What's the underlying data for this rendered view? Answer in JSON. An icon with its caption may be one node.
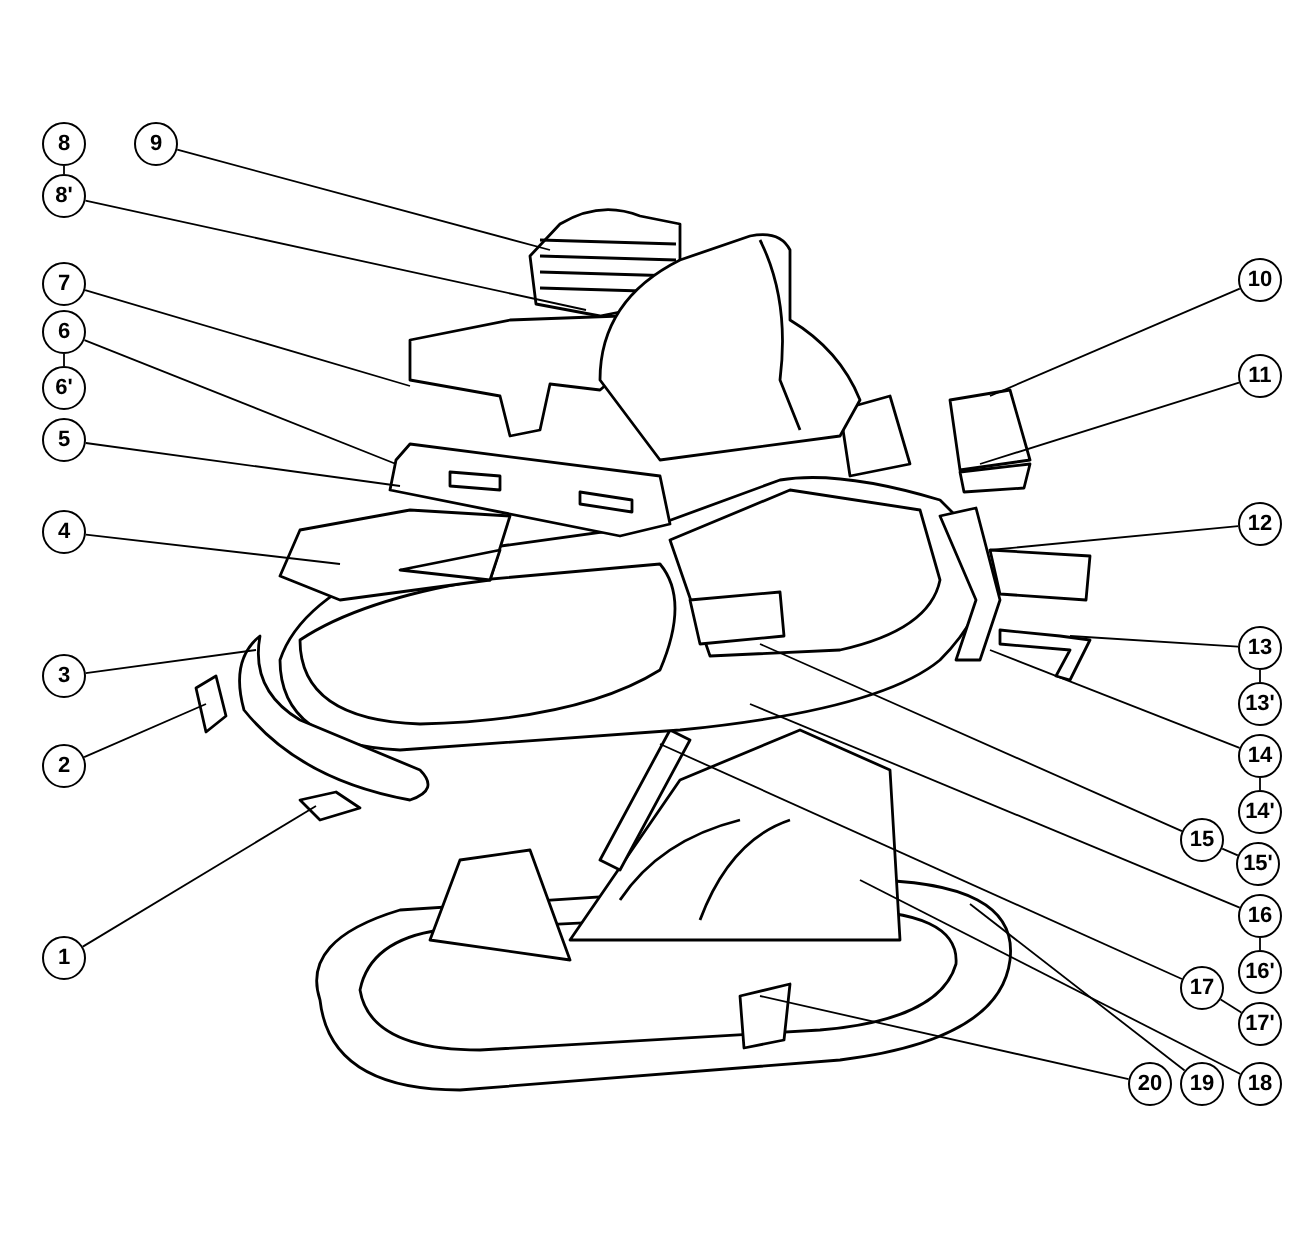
{
  "diagram": {
    "nodes": [
      {
        "text": [
          "8"
        ]
      },
      {
        "text": [
          "9"
        ]
      },
      {
        "text": [
          "8'"
        ]
      },
      {
        "text": [
          "7"
        ]
      },
      {
        "text": [
          "6"
        ]
      },
      {
        "text": [
          "6'"
        ]
      },
      {
        "text": [
          "5"
        ]
      },
      {
        "text": [
          "4"
        ]
      },
      {
        "text": [
          "3"
        ]
      },
      {
        "text": [
          "2"
        ]
      },
      {
        "text": [
          "1"
        ]
      },
      {
        "text": [
          "10"
        ]
      },
      {
        "text": [
          "11"
        ]
      },
      {
        "text": [
          "12"
        ]
      },
      {
        "text": [
          "13"
        ]
      },
      {
        "text": [
          "13'"
        ]
      },
      {
        "text": [
          "14"
        ]
      },
      {
        "text": [
          "14'"
        ]
      },
      {
        "text": [
          "15"
        ]
      },
      {
        "text": [
          "15'"
        ]
      },
      {
        "text": [
          "16"
        ]
      },
      {
        "text": [
          "16'"
        ]
      },
      {
        "text": [
          "17"
        ]
      },
      {
        "text": [
          "17'"
        ]
      },
      {
        "text": [
          "20"
        ]
      },
      {
        "text": [
          "19"
        ]
      },
      {
        "text": [
          "18"
        ]
      }
    ],
    "edges": [
      {
        "from": 0,
        "to": 2,
        "arrow": "none"
      },
      {
        "from": 1,
        "to": null,
        "arrow": "none"
      },
      {
        "from": 2,
        "to": null,
        "arrow": "none"
      },
      {
        "from": 3,
        "to": null,
        "arrow": "none"
      },
      {
        "from": 4,
        "to": 5,
        "arrow": "none"
      },
      {
        "from": 4,
        "to": null,
        "arrow": "none"
      },
      {
        "from": 6,
        "to": null,
        "arrow": "none"
      },
      {
        "from": 7,
        "to": null,
        "arrow": "none"
      },
      {
        "from": 8,
        "to": null,
        "arrow": "none"
      },
      {
        "from": 9,
        "to": null,
        "arrow": "none"
      },
      {
        "from": 10,
        "to": null,
        "arrow": "none"
      },
      {
        "from": 11,
        "to": null,
        "arrow": "none"
      },
      {
        "from": 12,
        "to": null,
        "arrow": "none"
      },
      {
        "from": 13,
        "to": null,
        "arrow": "none"
      },
      {
        "from": 14,
        "to": 15,
        "arrow": "none"
      },
      {
        "from": 14,
        "to": null,
        "arrow": "none"
      },
      {
        "from": 16,
        "to": 17,
        "arrow": "none"
      },
      {
        "from": 16,
        "to": null,
        "arrow": "none"
      },
      {
        "from": 18,
        "to": 19,
        "arrow": "none"
      },
      {
        "from": 18,
        "to": null,
        "arrow": "none"
      },
      {
        "from": 20,
        "to": 21,
        "arrow": "none"
      },
      {
        "from": 20,
        "to": null,
        "arrow": "none"
      },
      {
        "from": 22,
        "to": 23,
        "arrow": "none"
      },
      {
        "from": 22,
        "to": null,
        "arrow": "none"
      },
      {
        "from": 24,
        "to": null,
        "arrow": "none"
      },
      {
        "from": 25,
        "to": null,
        "arrow": "none"
      },
      {
        "from": 26,
        "to": null,
        "arrow": "none"
      }
    ]
  }
}
